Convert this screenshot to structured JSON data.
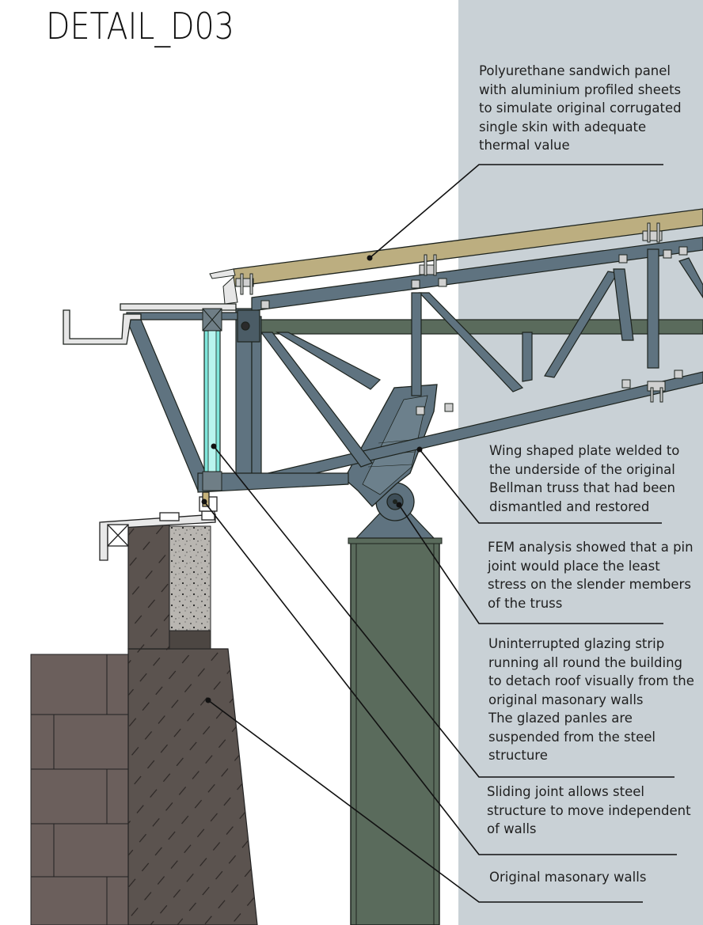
{
  "title": "DETAIL_D03",
  "colors": {
    "panel_background": "#c9d1d6",
    "steel": "#5f7380",
    "column": "#5a6b5c",
    "roof_panel": "#bcae80",
    "glazing": "#7fe7dc",
    "masonry": "#6b5f5c",
    "wall_core": "#5b534f"
  },
  "annotations": [
    {
      "id": "roof-panel",
      "lines": [
        "Polyurethane sandwich panel",
        "with aluminium profiled sheets",
        "to simulate original corrugated",
        "single skin with adequate",
        "thermal value"
      ]
    },
    {
      "id": "wing-plate",
      "lines": [
        "Wing shaped plate welded to",
        "the underside of the original",
        "Bellman truss that had been",
        "dismantled and restored"
      ]
    },
    {
      "id": "pin-joint",
      "lines": [
        "FEM analysis showed that a pin",
        "joint would place the least",
        "stress on the slender members",
        "of the truss"
      ]
    },
    {
      "id": "glazing-strip",
      "lines": [
        "Uninterrupted glazing strip",
        "running all round the building",
        "to detach roof visually from the",
        "original masonary walls",
        "The glazed panles are",
        "suspended from the steel",
        "structure"
      ]
    },
    {
      "id": "sliding-joint",
      "lines": [
        "Sliding joint allows steel",
        "structure to move independent",
        "of walls"
      ]
    },
    {
      "id": "masonry-walls",
      "lines": [
        "Original masonary walls"
      ]
    }
  ]
}
